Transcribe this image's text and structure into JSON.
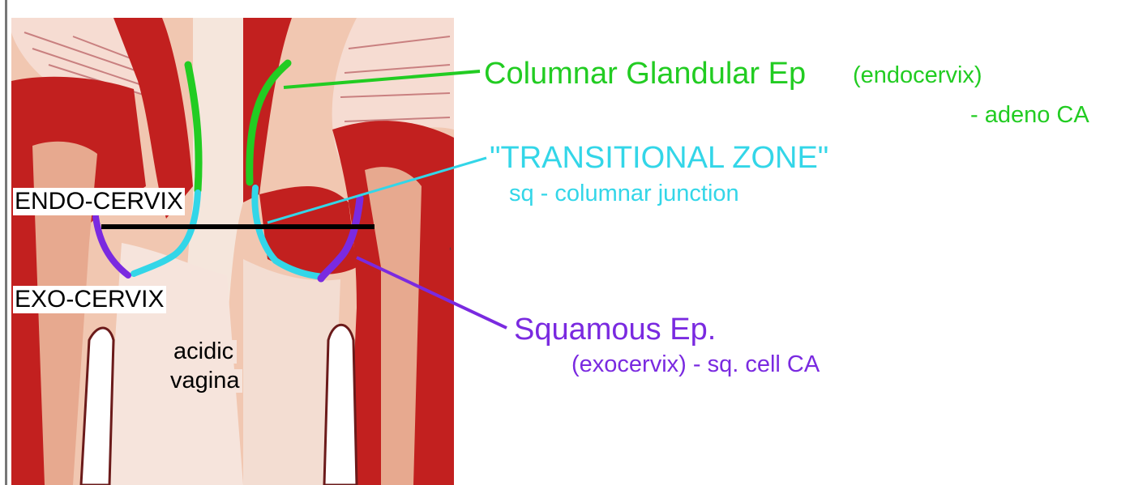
{
  "diagram": {
    "colors": {
      "background": "#ffffff",
      "tissue_red": "#c2201f",
      "tissue_pink": "#f1c7b1",
      "lumen": "#f5e6dc",
      "columnar_green": "#22cc22",
      "transitional_cyan": "#33d6e8",
      "squamous_purple": "#7a2ae0",
      "divider_black": "#000000"
    },
    "image_labels": {
      "endo": "ENDO-CERVIX",
      "exo": "EXO-CERVIX",
      "vagina_line1": "acidic",
      "vagina_line2": "vagina"
    },
    "annotations": {
      "columnar_main": "Columnar Glandular Ep",
      "columnar_sub": "(endocervix)",
      "columnar_ca": "- adeno CA",
      "transitional_main": "\"TRANSITIONAL ZONE\"",
      "transitional_sub": "sq - columnar junction",
      "squamous_main": "Squamous Ep.",
      "squamous_sub": "(exocervix) - sq. cell CA"
    }
  }
}
